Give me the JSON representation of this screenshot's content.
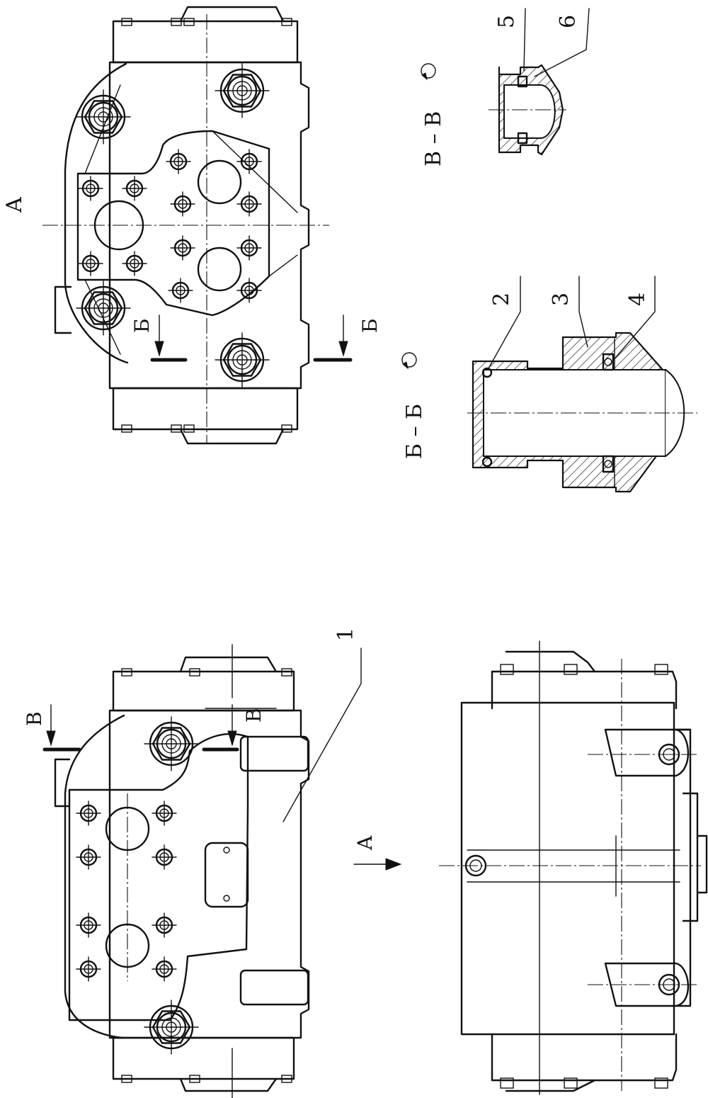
{
  "labels": {
    "view_a_top": "A",
    "section_b_left": "Б",
    "section_b_right": "Б",
    "section_v_left": "В",
    "section_v_right": "В",
    "view_a_arrow": "A",
    "callout_1": "1",
    "callout_2": "2",
    "callout_3": "3",
    "callout_4": "4",
    "callout_5": "5",
    "callout_6": "6",
    "section_bb_title": "Б – Б",
    "section_vv_title": "В – В"
  },
  "icons": {
    "rotation_symbol": "rotated-view-icon"
  }
}
